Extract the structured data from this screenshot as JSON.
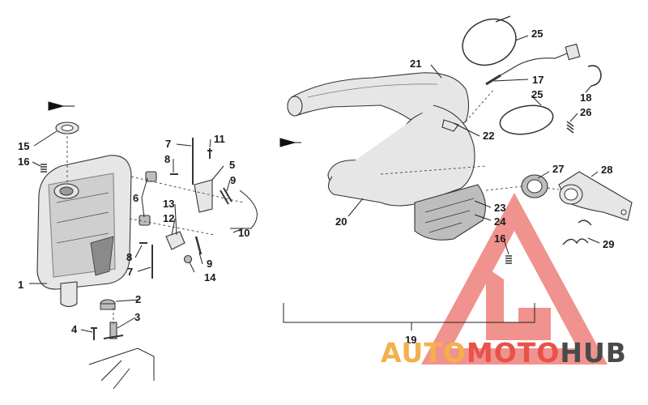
{
  "diagram": {
    "callouts": [
      "1",
      "2",
      "3",
      "4",
      "5",
      "6",
      "7",
      "7",
      "8",
      "8",
      "9",
      "9",
      "10",
      "11",
      "12",
      "13",
      "14",
      "15",
      "16",
      "16",
      "17",
      "18",
      "19",
      "20",
      "21",
      "22",
      "23",
      "24",
      "25",
      "25",
      "26",
      "27",
      "28",
      "29"
    ]
  },
  "watermark": {
    "part1": "AUTO",
    "part2": "MOTO",
    "part3": "HUB",
    "colors": {
      "auto": "#f4b04a",
      "moto": "#e8524a",
      "hub": "#4a4a4a",
      "triangle": "#ee7f7a"
    }
  }
}
